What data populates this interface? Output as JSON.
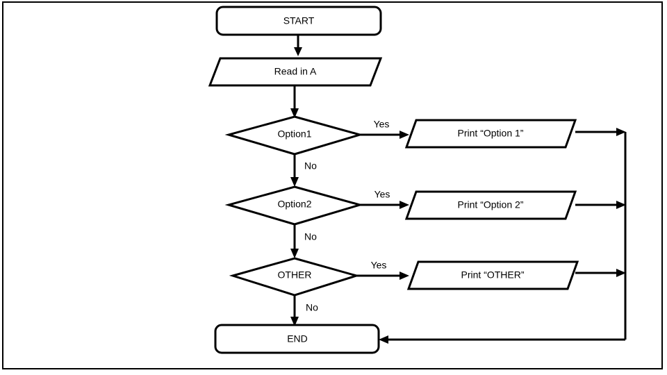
{
  "diagram": {
    "type": "flowchart",
    "background_color": "#ffffff",
    "line_color": "#000000",
    "border_color": "#000000",
    "nodes": [
      {
        "id": "start",
        "shape": "terminator",
        "label": "START"
      },
      {
        "id": "read_a",
        "shape": "parallelogram",
        "label": "Read in A"
      },
      {
        "id": "opt1",
        "shape": "diamond",
        "label": "Option1"
      },
      {
        "id": "print1",
        "shape": "parallelogram",
        "label": "Print “Option 1”"
      },
      {
        "id": "opt2",
        "shape": "diamond",
        "label": "Option2"
      },
      {
        "id": "print2",
        "shape": "parallelogram",
        "label": "Print “Option 2”"
      },
      {
        "id": "other",
        "shape": "diamond",
        "label": "OTHER"
      },
      {
        "id": "print3",
        "shape": "parallelogram",
        "label": "Print “OTHER”"
      },
      {
        "id": "end",
        "shape": "terminator",
        "label": "END"
      }
    ],
    "edge_labels": {
      "yes1": "Yes",
      "no1": "No",
      "yes2": "Yes",
      "no2": "No",
      "yes3": "Yes",
      "no3": "No"
    }
  }
}
